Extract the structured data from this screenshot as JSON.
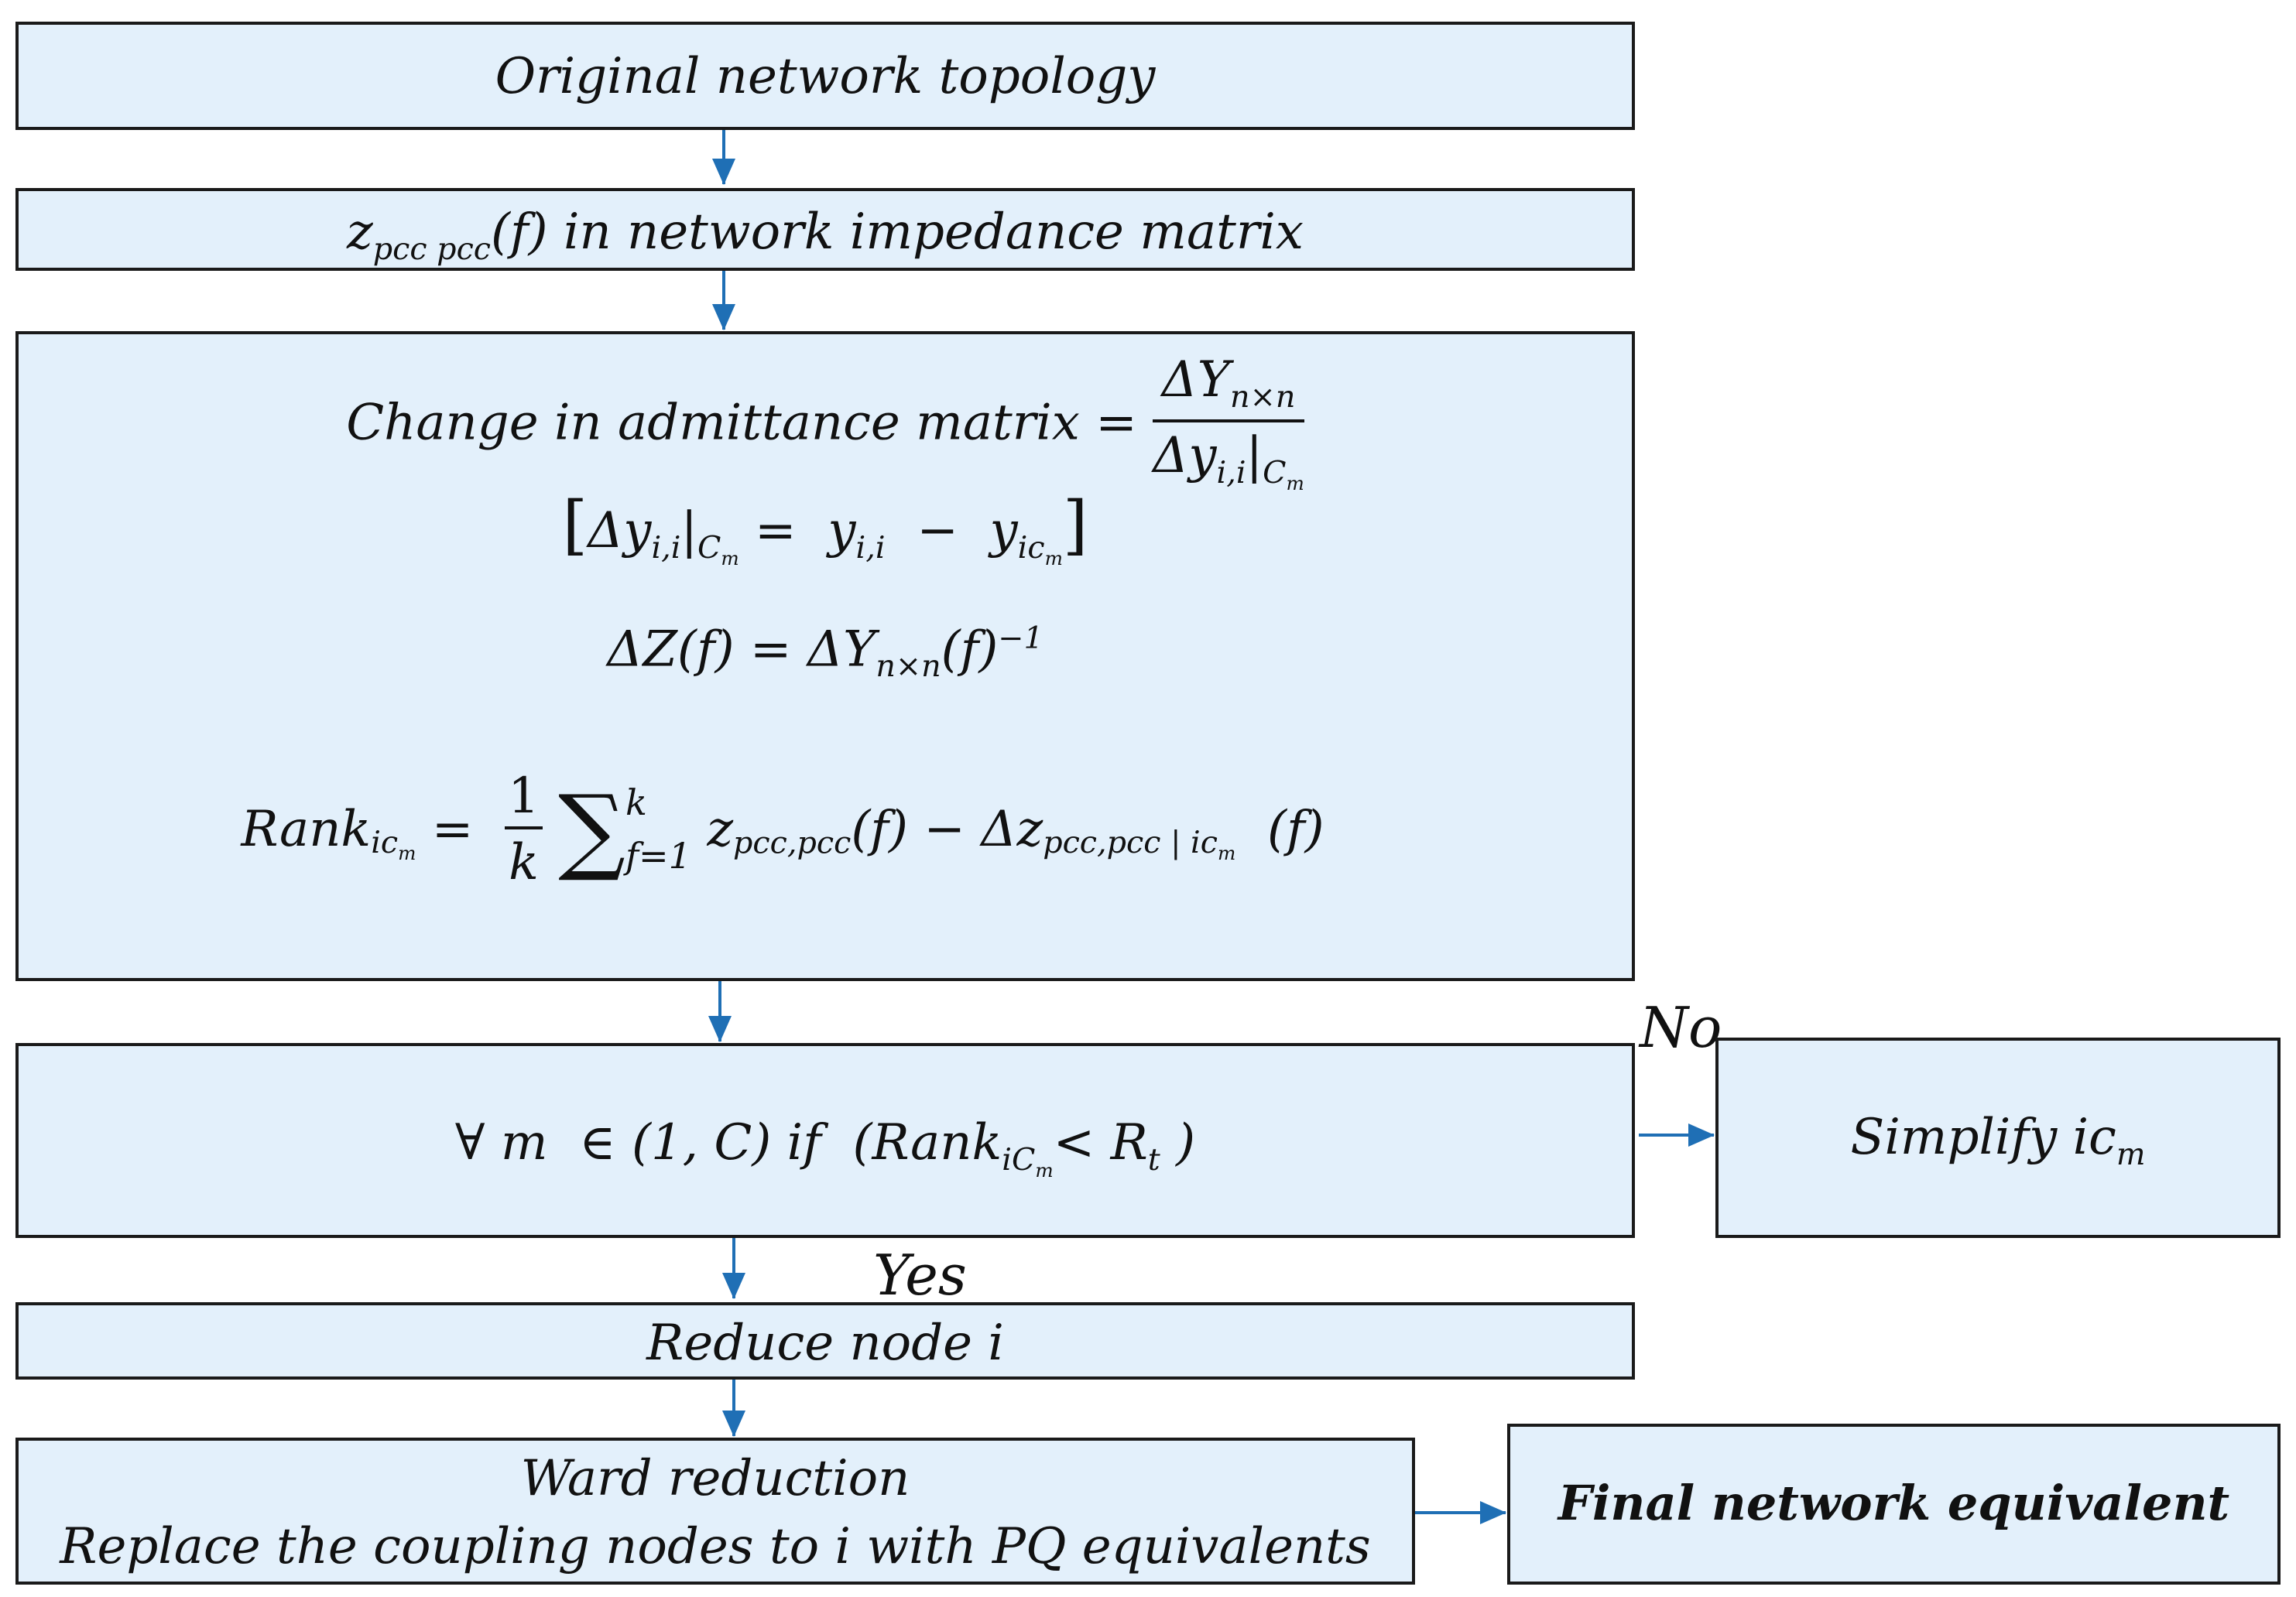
{
  "nodes": {
    "original": "Original network topology",
    "zpcc": {
      "z": "z",
      "sub": "pcc pcc",
      "rest": "(f) in network impedance matrix"
    },
    "eq1": {
      "lhs": "Change in admittance matrix =",
      "num_main": "ΔY",
      "num_sub": "n×n",
      "den_main": "Δy",
      "den_sub": "i,i",
      "den_bar": "|",
      "den_sub2": "C",
      "den_sub3": "m"
    },
    "eq2": {
      "open": "[",
      "a": "Δy",
      "a_sub": "i,i",
      "bar": "|",
      "c": "C",
      "c_sub": "m",
      "eq": " =  ",
      "b": "y",
      "b_sub": "i,i",
      "minus": "  −  ",
      "d": "y",
      "d_sub": "ic",
      "d_sub2": "m",
      "close": "]"
    },
    "eq3": {
      "a": "ΔZ(f) = ΔY",
      "a_sub": "n×n",
      "b": "(f)",
      "sup": "−1"
    },
    "eq4": {
      "rank": "Rank",
      "rank_sub": "ic",
      "rank_sub2": "m",
      "eq": " = ",
      "frac_num": "1",
      "frac_den": "k",
      "sigma": "∑",
      "sum_top": "k",
      "sum_bot": "f=1",
      "z": " z",
      "z_sub": "pcc,pcc",
      "mid": "(f) − Δz",
      "dz_sub": "pcc,pcc | ic",
      "dz_sub2": "m",
      "end": "  (f)"
    },
    "cond": {
      "pre": "∀ m  ∈ (1, C) if  (Rank",
      "sub": "iC",
      "sub2": "m",
      "mid": "< R",
      "rt_sub": "t",
      "end": " )"
    },
    "simplify": {
      "text": "Simplify ic",
      "sub": "m"
    },
    "reduce": "Reduce node i",
    "ward_line1": "Ward reduction",
    "ward_line2": "Replace the coupling nodes to i with PQ equivalents",
    "final": "Final network equivalent"
  },
  "labels": {
    "no": "No",
    "yes": "Yes"
  },
  "colors": {
    "box_fill": "#e3f0fb",
    "border": "#1a1a1a",
    "arrow": "#1f6fb5"
  }
}
